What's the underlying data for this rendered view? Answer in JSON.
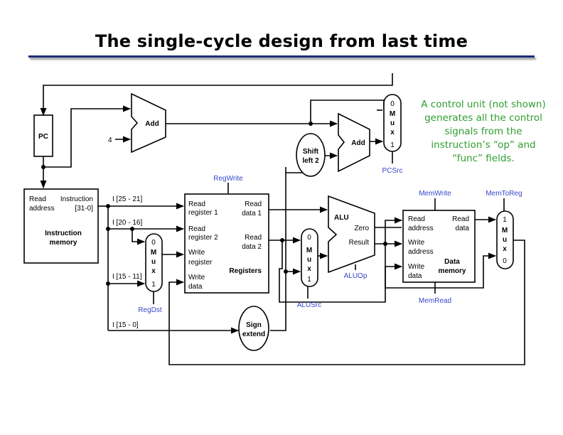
{
  "slide": {
    "title": "The single-cycle design from last time",
    "note": "A control unit (not shown) generates all the control signals from the instruction’s “op” and “func” fields."
  },
  "pc": {
    "label": "PC"
  },
  "adder_pc": {
    "label": "Add",
    "constant": "4"
  },
  "adder_branch": {
    "label": "Add"
  },
  "shift_left": {
    "line1": "Shift",
    "line2": "left 2"
  },
  "mux_pc": {
    "top": "0",
    "letters": [
      "M",
      "u",
      "x"
    ],
    "bottom": "1",
    "control": "PCSrc"
  },
  "mux_regdst": {
    "top": "0",
    "letters": [
      "M",
      "u",
      "x"
    ],
    "bottom": "1",
    "control": "RegDst"
  },
  "mux_alusrc": {
    "top": "0",
    "letters": [
      "M",
      "u",
      "x"
    ],
    "bottom": "1",
    "control": "ALUSrc"
  },
  "mux_memtoreg": {
    "top": "1",
    "letters": [
      "M",
      "u",
      "x"
    ],
    "bottom": "0",
    "control": "MemToReg"
  },
  "instruction_memory": {
    "read_address_1": "Read",
    "read_address_2": "address",
    "instruction_1": "Instruction",
    "instruction_2": "[31-0]",
    "title_1": "Instruction",
    "title_2": "memory"
  },
  "fields": {
    "rs": "I [25 - 21]",
    "rt": "I [20 - 16]",
    "rd": "I [15 - 11]",
    "imm": "I [15 - 0]"
  },
  "registers": {
    "control": "RegWrite",
    "read_reg1_a": "Read",
    "read_reg1_b": "register 1",
    "read_reg2_a": "Read",
    "read_reg2_b": "register 2",
    "write_reg_a": "Write",
    "write_reg_b": "register",
    "write_data_a": "Write",
    "write_data_b": "data",
    "read_data1_a": "Read",
    "read_data1_b": "data 1",
    "read_data2_a": "Read",
    "read_data2_b": "data 2",
    "title": "Registers"
  },
  "sign_extend": {
    "line1": "Sign",
    "line2": "extend"
  },
  "alu": {
    "title": "ALU",
    "zero": "Zero",
    "result": "Result",
    "control": "ALUOp"
  },
  "data_memory": {
    "control_write": "MemWrite",
    "control_read": "MemRead",
    "read_address_a": "Read",
    "read_address_b": "address",
    "write_address_a": "Write",
    "write_address_b": "address",
    "write_data_a": "Write",
    "write_data_b": "data",
    "read_data_a": "Read",
    "read_data_b": "data",
    "title_1": "Data",
    "title_2": "memory"
  }
}
